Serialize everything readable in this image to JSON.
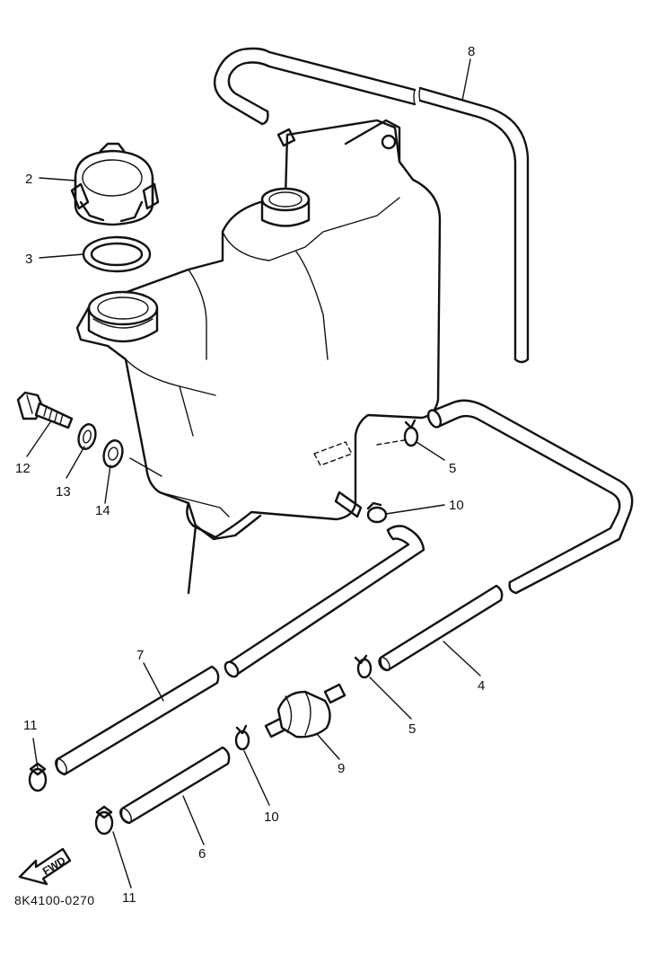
{
  "diagram": {
    "drawing_code": "8K4100-0270",
    "direction_marker": "FWD",
    "callouts": [
      {
        "id": "c1",
        "text": "8"
      },
      {
        "id": "c2",
        "text": "2"
      },
      {
        "id": "c3",
        "text": "3"
      },
      {
        "id": "c4",
        "text": "12"
      },
      {
        "id": "c5",
        "text": "13"
      },
      {
        "id": "c6",
        "text": "14"
      },
      {
        "id": "c7",
        "text": "5"
      },
      {
        "id": "c8",
        "text": "10"
      },
      {
        "id": "c9",
        "text": "7"
      },
      {
        "id": "c10",
        "text": "4"
      },
      {
        "id": "c11",
        "text": "11"
      },
      {
        "id": "c12",
        "text": "5"
      },
      {
        "id": "c13",
        "text": "9"
      },
      {
        "id": "c14",
        "text": "10"
      },
      {
        "id": "c15",
        "text": "6"
      },
      {
        "id": "c16",
        "text": "11"
      }
    ]
  }
}
